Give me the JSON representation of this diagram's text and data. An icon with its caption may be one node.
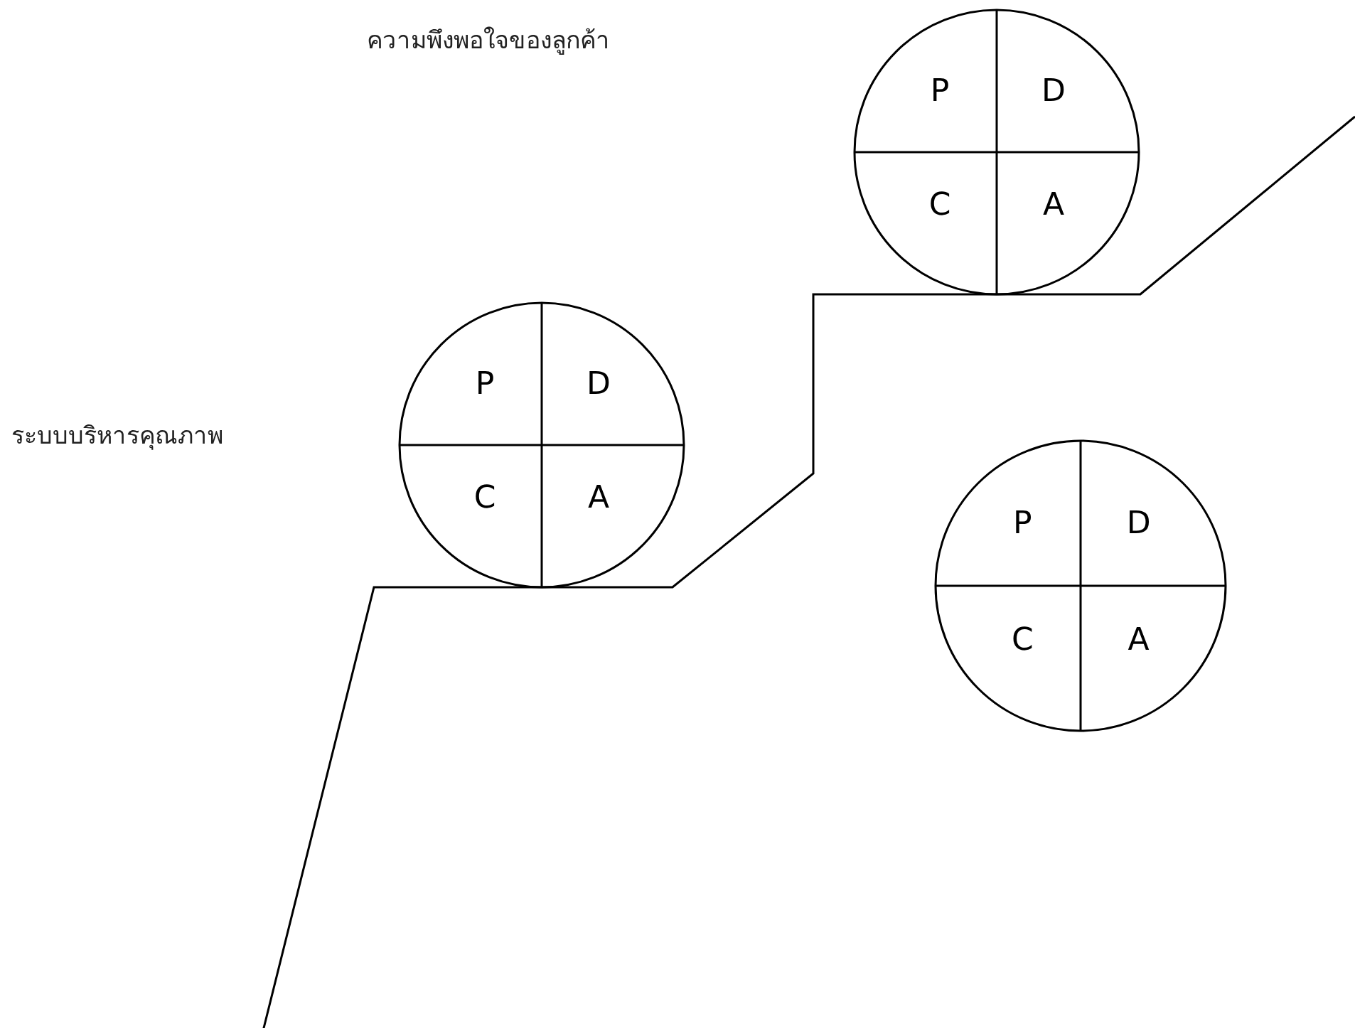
{
  "diagram": {
    "nodes": [
      {
        "text": [
          "P",
          "D",
          "C",
          "A"
        ]
      },
      {
        "text": [
          "P",
          "D",
          "C",
          "A"
        ]
      },
      {
        "text": [
          "P",
          "D",
          "C",
          "A"
        ]
      }
    ],
    "labels": [
      "ความพึงพอใจของลูกค้า",
      "ระบบบริหารคุณภาพ"
    ]
  }
}
